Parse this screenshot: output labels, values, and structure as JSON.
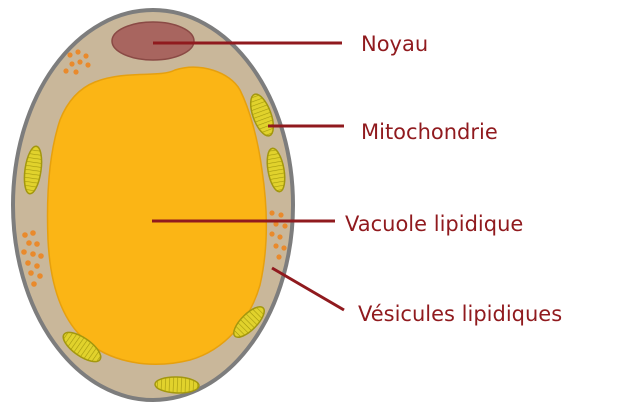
{
  "colors": {
    "membrane": "#7d7d7d",
    "cytoplasm": "#c9b79a",
    "vacuole": "#fbb515",
    "nucleus": "#a8655f",
    "mitochondria": "#e1d22c",
    "mito_stripes": "#a3970e",
    "vesicles": "#e98a2c",
    "leader_lines": "#901a1e",
    "label_text": "#901a1e"
  },
  "labels": [
    {
      "id": "noyau",
      "text": "Noyau"
    },
    {
      "id": "mitochondrie",
      "text": "Mitochondrie"
    },
    {
      "id": "vacuole",
      "text": "Vacuole lipidique"
    },
    {
      "id": "vesicules",
      "text": "Vésicules lipidiques"
    }
  ]
}
